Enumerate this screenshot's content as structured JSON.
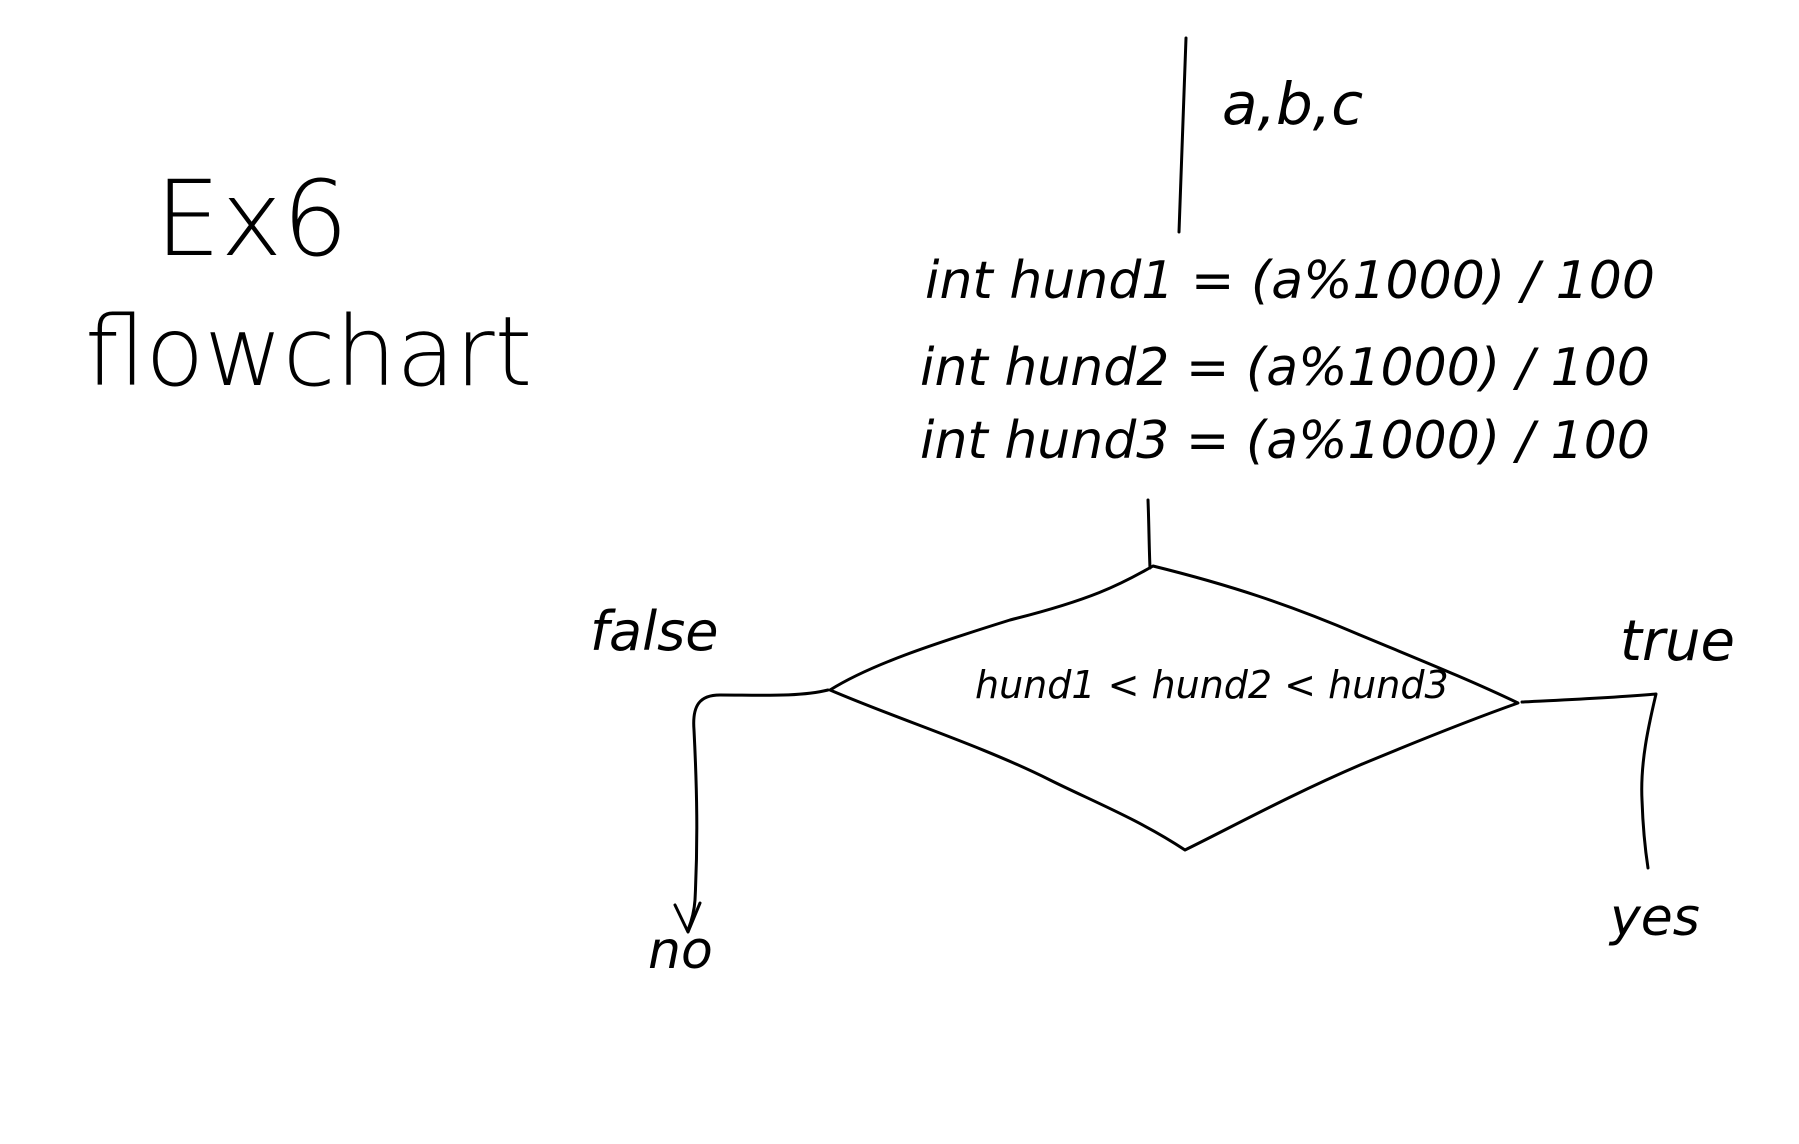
{
  "title": {
    "line1": "Ex6",
    "line2": "flowchart"
  },
  "input_label": "a,b,c",
  "process_lines": [
    "int hund1 = (a%1000) / 100",
    "int hund2 = (a%1000) / 100",
    "int hund3 = (a%1000) / 100"
  ],
  "decision": {
    "condition": "hund1 < hund2 < hund3",
    "false_label": "false",
    "true_label": "true"
  },
  "outcomes": {
    "false_result": "no",
    "true_result": "yes"
  },
  "colors": {
    "ink": "#000000",
    "background": "#ffffff"
  }
}
